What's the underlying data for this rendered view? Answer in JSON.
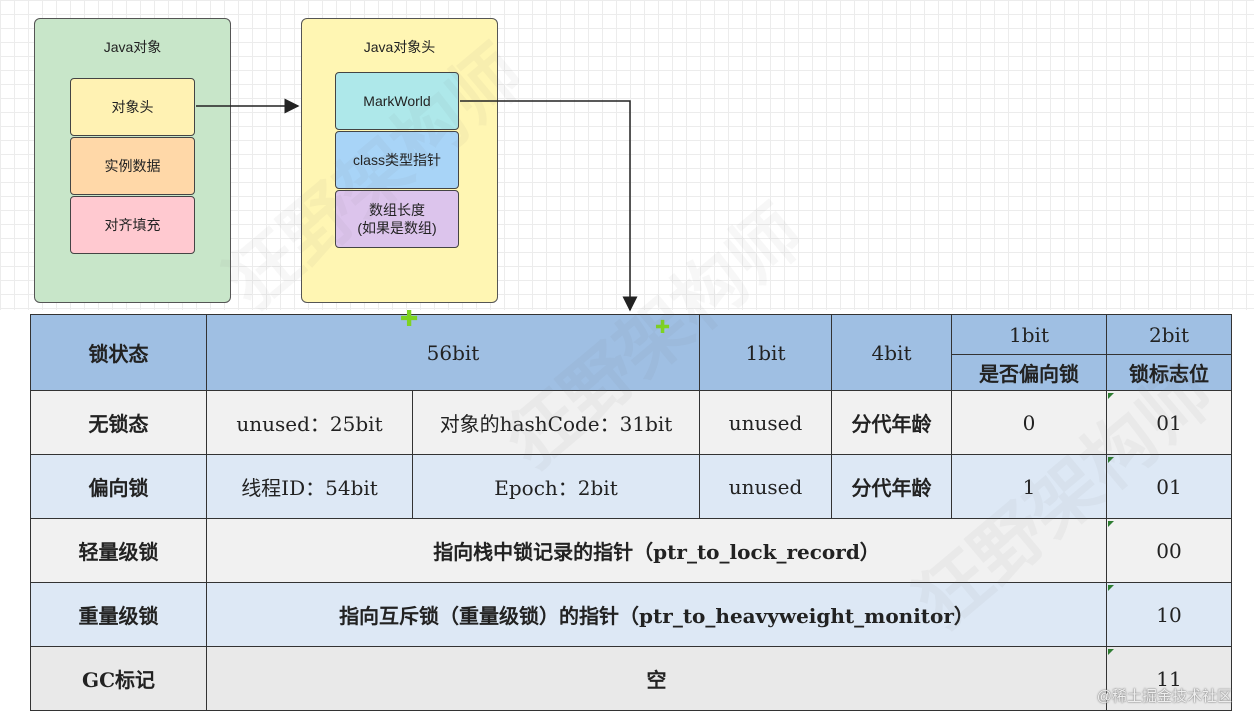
{
  "object_panel": {
    "title": "Java对象",
    "parts": [
      "对象头",
      "实例数据",
      "对齐填充"
    ],
    "colors": {
      "panel": "#c8e6c9",
      "header": "#fff2b3",
      "instance": "#ffd8a8",
      "padding": "#ffc9d0"
    }
  },
  "header_panel": {
    "title": "Java对象头",
    "parts": [
      "MarkWorld",
      "class类型指针",
      "数组长度",
      "(如果是数组)"
    ],
    "colors": {
      "panel": "#fff6b3",
      "markword": "#aee8ea",
      "klass": "#a8d4f7",
      "array": "#dcc4ec"
    }
  },
  "table": {
    "header": {
      "lock_state": "锁状态",
      "bits56": "56bit",
      "bits1": "1bit",
      "bits4": "4bit",
      "biased_bits": "1bit",
      "biased_label": "是否偏向锁",
      "flag_bits": "2bit",
      "flag_label": "锁标志位"
    },
    "rows": {
      "unlocked": {
        "state": "无锁态",
        "unused25": "unused：25bit",
        "hash": "对象的hashCode：31bit",
        "unused1": "unused",
        "age": "分代年龄",
        "biased": "0",
        "flag": "01"
      },
      "biased": {
        "state": "偏向锁",
        "thread": "线程ID：54bit",
        "epoch": "Epoch：2bit",
        "unused1": "unused",
        "age": "分代年龄",
        "biased": "1",
        "flag": "01"
      },
      "lightweight": {
        "state": "轻量级锁",
        "content": "指向栈中锁记录的指针（ptr_to_lock_record）",
        "flag": "00"
      },
      "heavyweight": {
        "state": "重量级锁",
        "content": "指向互斥锁（重量级锁）的指针（ptr_to_heavyweight_monitor）",
        "flag": "10"
      },
      "gc": {
        "state": "GC标记",
        "content": "空",
        "flag": "11"
      }
    }
  },
  "watermark": "狂野架构师",
  "credit": "@稀土掘金技术社区"
}
